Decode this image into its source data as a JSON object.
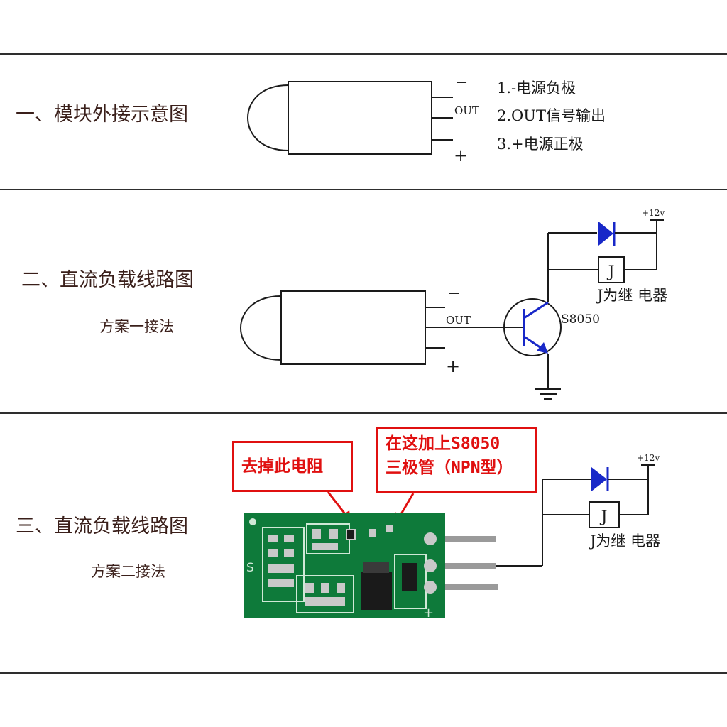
{
  "section1": {
    "title": "一、模块外接示意图",
    "pin_minus": "−",
    "pin_out": "OUT",
    "pin_plus": "+",
    "legend": [
      "1.-电源负极",
      "2.OUT信号输出",
      "3.+电源正极"
    ]
  },
  "section2": {
    "title": "二、直流负载线路图",
    "subtitle": "方案一接法",
    "pin_minus": "−",
    "pin_out": "OUT",
    "pin_plus": "+",
    "transistor": "S8050",
    "supply": "+12v",
    "relay": "J",
    "relay_note": "J为继 电器"
  },
  "section3": {
    "title": "三、直流负载线路图",
    "subtitle": "方案二接法",
    "callout_left": "去掉此电阻",
    "callout_right_line1": "在这加上S8050",
    "callout_right_line2": "三极管（NPN型）",
    "supply": "+12v",
    "relay": "J",
    "relay_note": "J为继 电器",
    "board_mark_s": "S",
    "board_mark_plus": "+"
  },
  "colors": {
    "line": "#1a1a1a",
    "blue": "#1828c8",
    "red": "#e01010",
    "pcb": "#0e7a3a",
    "pcb_dark": "#0a5a2a",
    "pad": "#c9c9c9",
    "caption": "#3a1f1a"
  }
}
